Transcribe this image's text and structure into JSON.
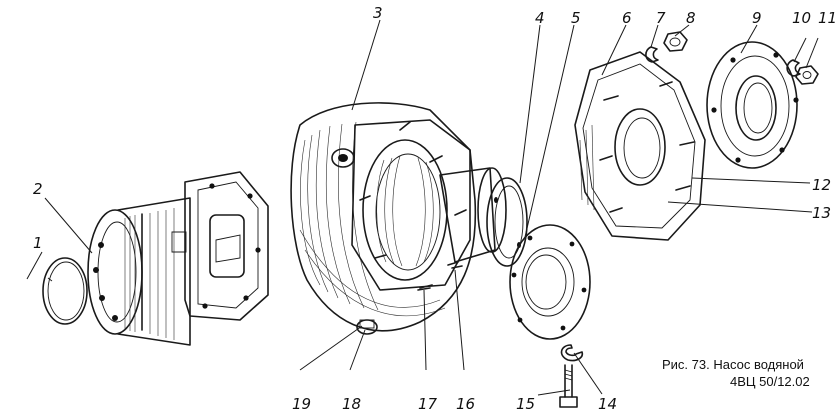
{
  "figure": {
    "caption_line1": "Рис. 73. Насос водяной",
    "caption_line2": "4ВЦ 50/12.02"
  },
  "callouts": [
    "1",
    "2",
    "3",
    "4",
    "5",
    "6",
    "7",
    "8",
    "9",
    "10",
    "11",
    "12",
    "13",
    "14",
    "15",
    "16",
    "17",
    "18",
    "19"
  ]
}
